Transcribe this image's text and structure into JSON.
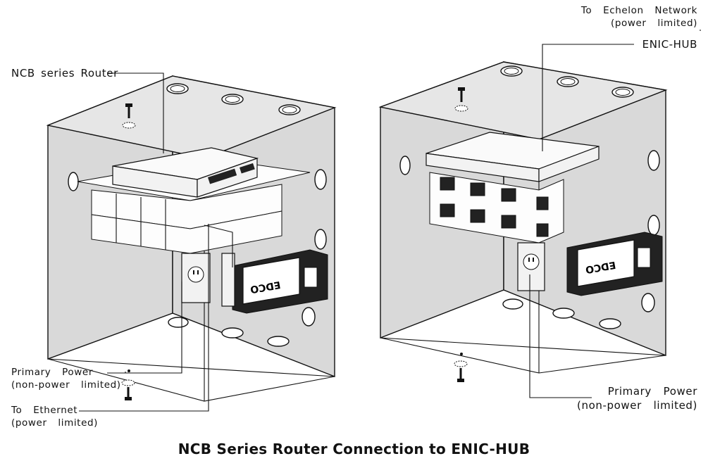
{
  "labels": {
    "ncb_router": "NCB series Router",
    "primary_power_left_1": "Primary  Power",
    "primary_power_left_2": "(non-power  limited)",
    "to_ethernet_1": "To  Ethernet",
    "to_ethernet_2": "(power  limited)",
    "echelon_1": "To  Echelon  Network",
    "echelon_2": "(power  limited)",
    "enic_hub": "ENIC-HUB",
    "primary_power_right_1": "Primary  Power",
    "primary_power_right_2": "(non-power  limited)"
  },
  "device_marks": {
    "edco_left": "EDCO",
    "edco_right": "EDCO"
  },
  "caption": "NCB Series Router Connection to ENIC-HUB"
}
